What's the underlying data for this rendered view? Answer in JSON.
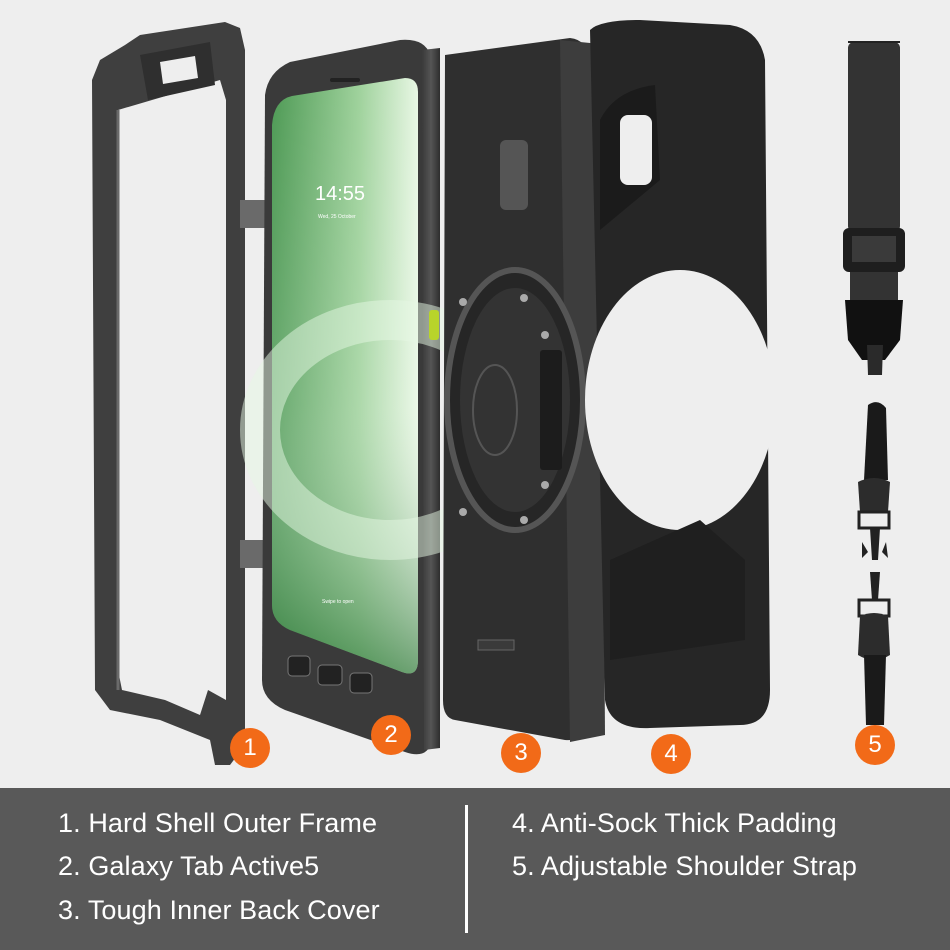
{
  "image": {
    "description": "Exploded view of rugged tablet case with numbered components",
    "background": "#eeeeee"
  },
  "tablet_screen": {
    "time": "14:55",
    "date": "Wed, 25 October",
    "unlock_hint": "Swipe to open"
  },
  "badges": [
    {
      "number": "1",
      "color": "#f26a18"
    },
    {
      "number": "2",
      "color": "#f26a18"
    },
    {
      "number": "3",
      "color": "#f26a18"
    },
    {
      "number": "4",
      "color": "#f26a18"
    },
    {
      "number": "5",
      "color": "#f26a18"
    }
  ],
  "legend": {
    "left": [
      "1. Hard Shell Outer Frame",
      "2. Galaxy Tab Active5",
      "3. Tough Inner Back Cover"
    ],
    "right": [
      "4. Anti-Sock Thick Padding",
      "5. Adjustable Shoulder Strap"
    ],
    "panel_color": "#595959",
    "text_color": "#ffffff"
  },
  "accent_colors": {
    "badge": "#f26a18",
    "power_key": "#b8d42a",
    "screen_green": "#5aa95e"
  }
}
